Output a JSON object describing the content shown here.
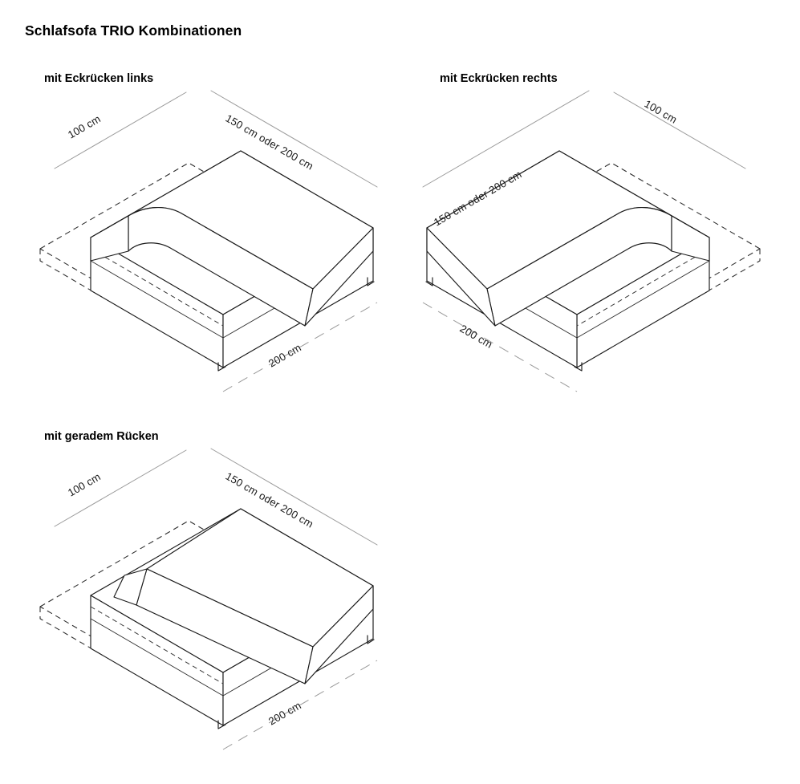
{
  "document": {
    "title": "Schlafsofa TRIO Kombinationen",
    "background_color": "#ffffff",
    "line_color": "#1a1a1a",
    "dimension_line_color": "#9a9a9a"
  },
  "panels": [
    {
      "id": "eckruecken-links",
      "title": "mit Eckrücken links",
      "backrest_type": "corner",
      "corner_side": "left",
      "mattress_extends": "left",
      "dimensions": {
        "depth": "100 cm",
        "width": "150 cm oder 200 cm",
        "bed_length": "200 cm"
      }
    },
    {
      "id": "eckruecken-rechts",
      "title": "mit Eckrücken rechts",
      "backrest_type": "corner",
      "corner_side": "right",
      "mattress_extends": "right",
      "dimensions": {
        "depth": "100 cm",
        "width": "150 cm oder 200 cm",
        "bed_length": "200 cm"
      }
    },
    {
      "id": "gerader-ruecken",
      "title": "mit geradem Rücken",
      "backrest_type": "straight",
      "corner_side": "none",
      "mattress_extends": "left",
      "dimensions": {
        "depth": "100 cm",
        "width": "150 cm oder 200 cm",
        "bed_length": "200 cm"
      }
    }
  ]
}
